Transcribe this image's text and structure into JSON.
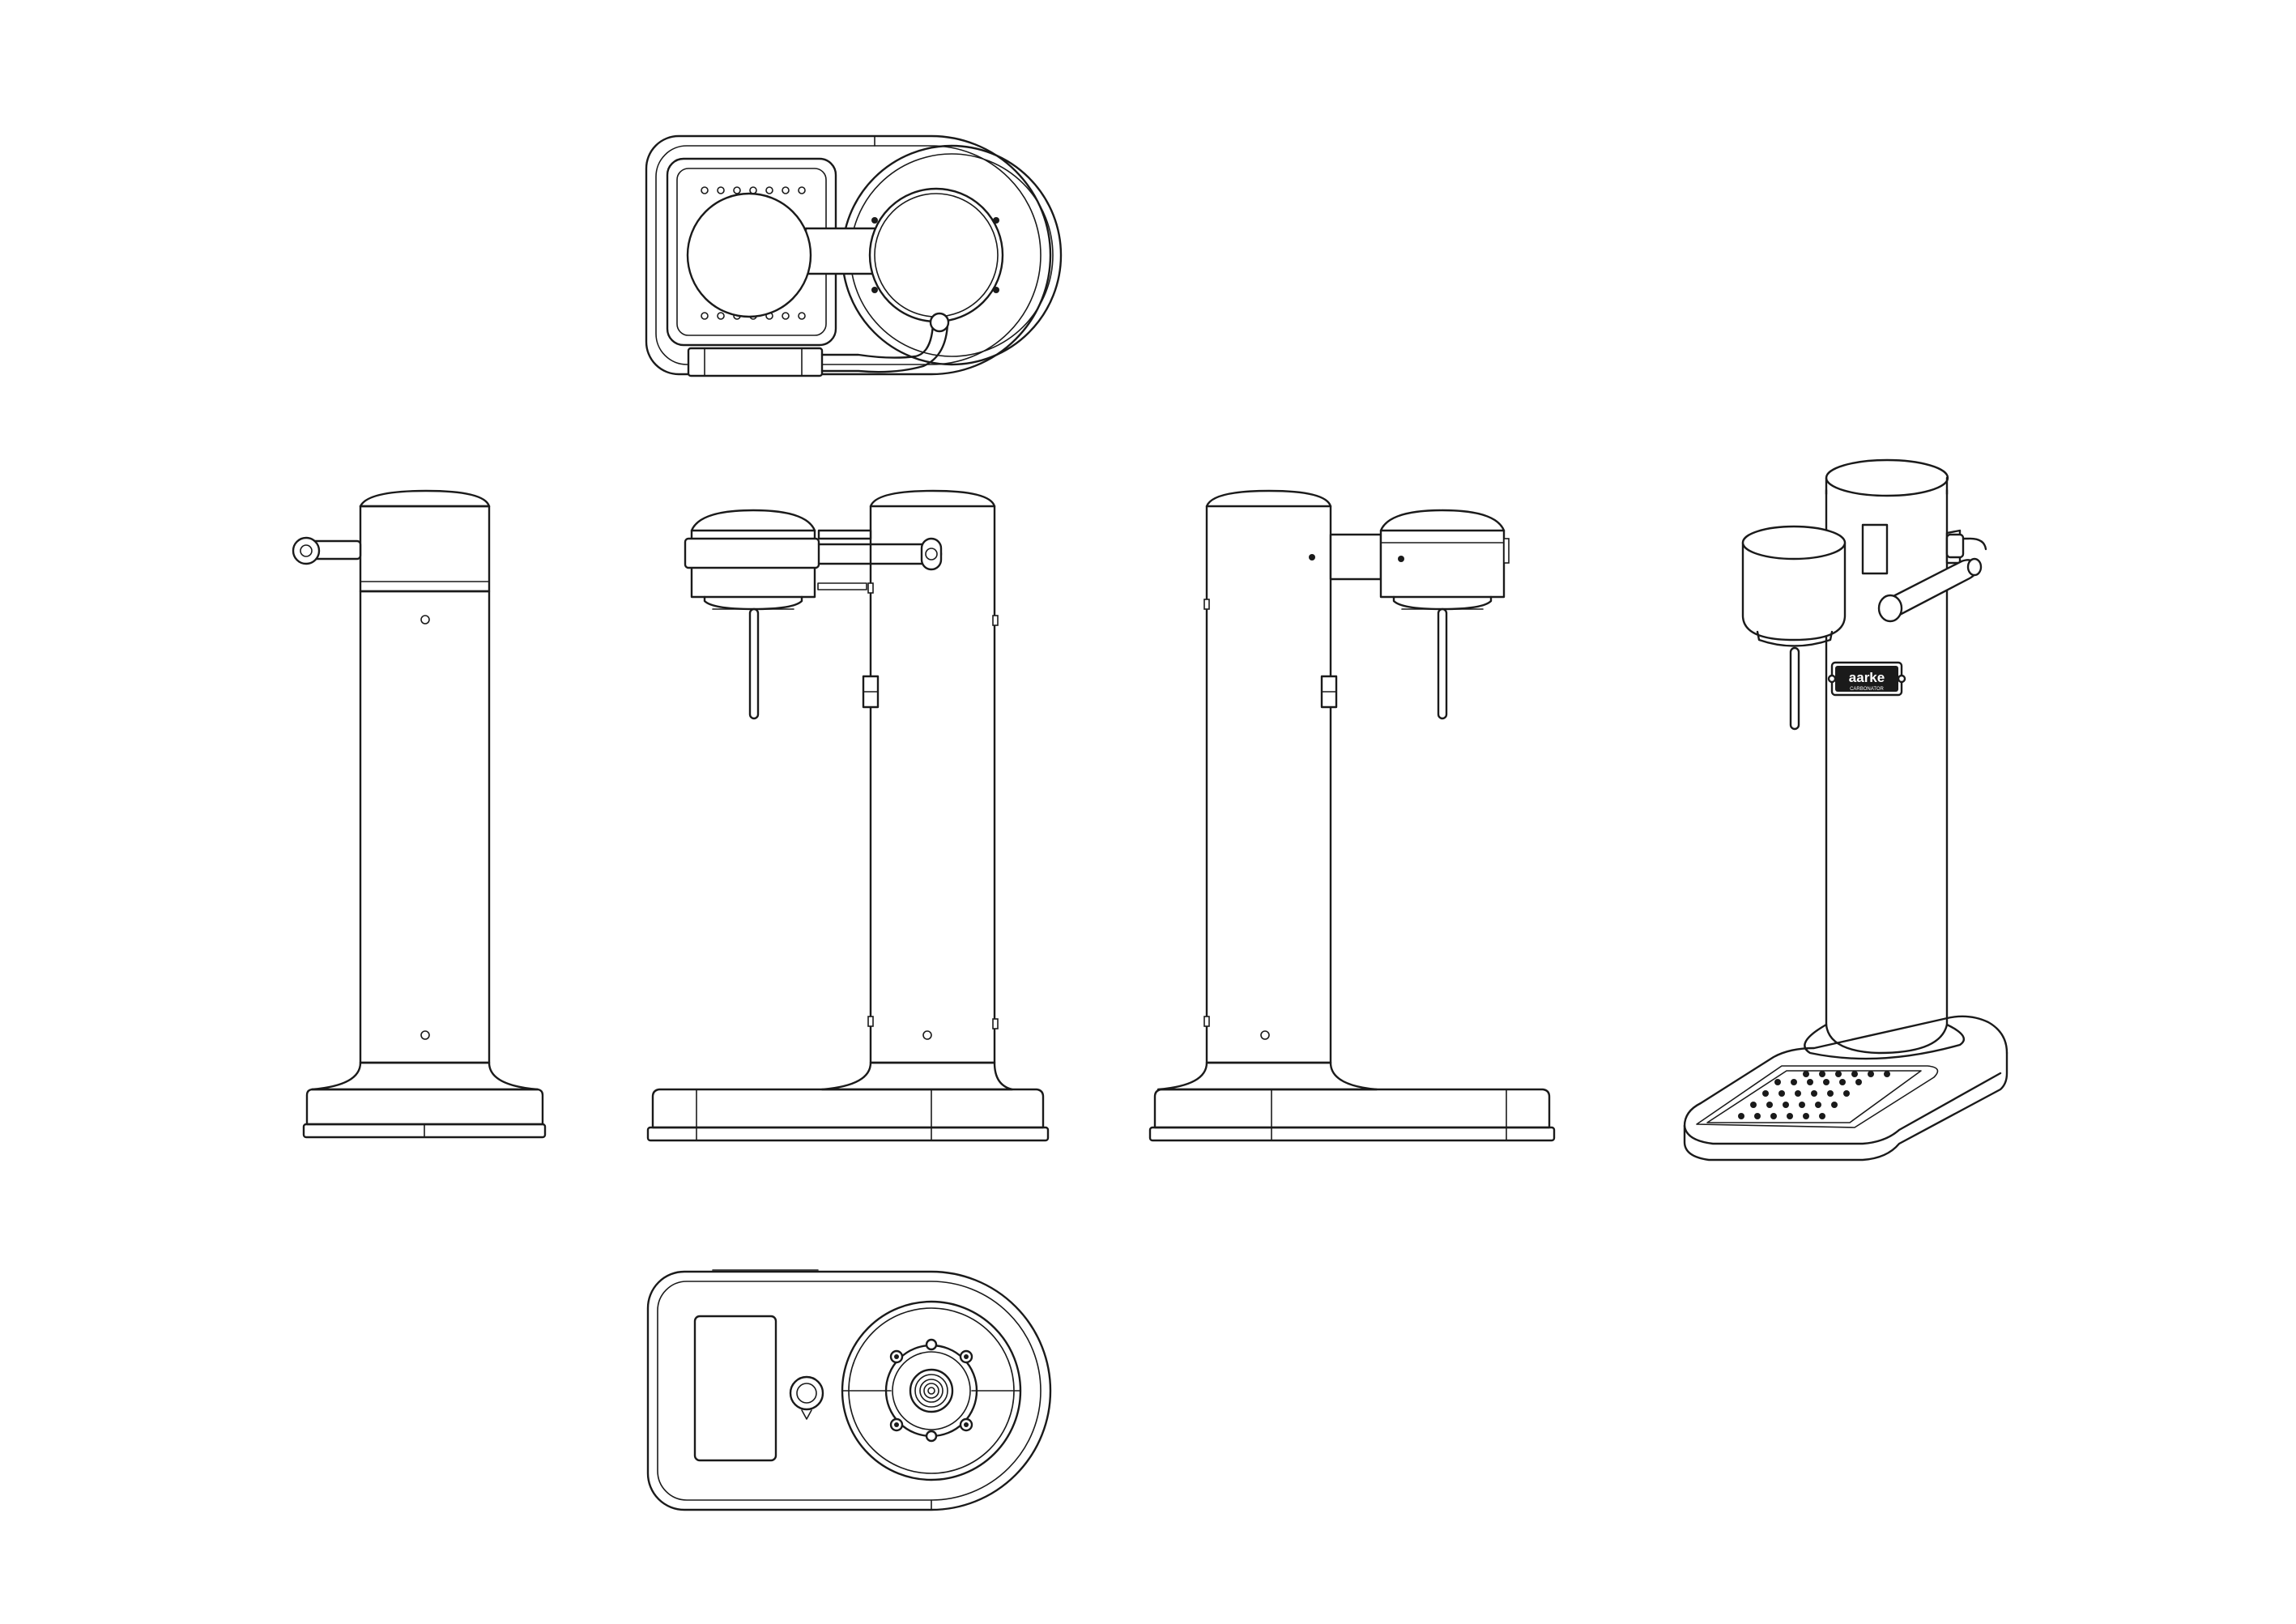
{
  "drawing": {
    "views": [
      {
        "id": "top",
        "label": ""
      },
      {
        "id": "side-left",
        "label": ""
      },
      {
        "id": "front",
        "label": ""
      },
      {
        "id": "back",
        "label": ""
      },
      {
        "id": "perspective",
        "label": ""
      },
      {
        "id": "bottom",
        "label": ""
      }
    ]
  },
  "nameplate": {
    "brand": "aarke",
    "subtitle": "CARBONATOR"
  },
  "colors": {
    "line": "#1a1a1a",
    "background": "#ffffff"
  }
}
